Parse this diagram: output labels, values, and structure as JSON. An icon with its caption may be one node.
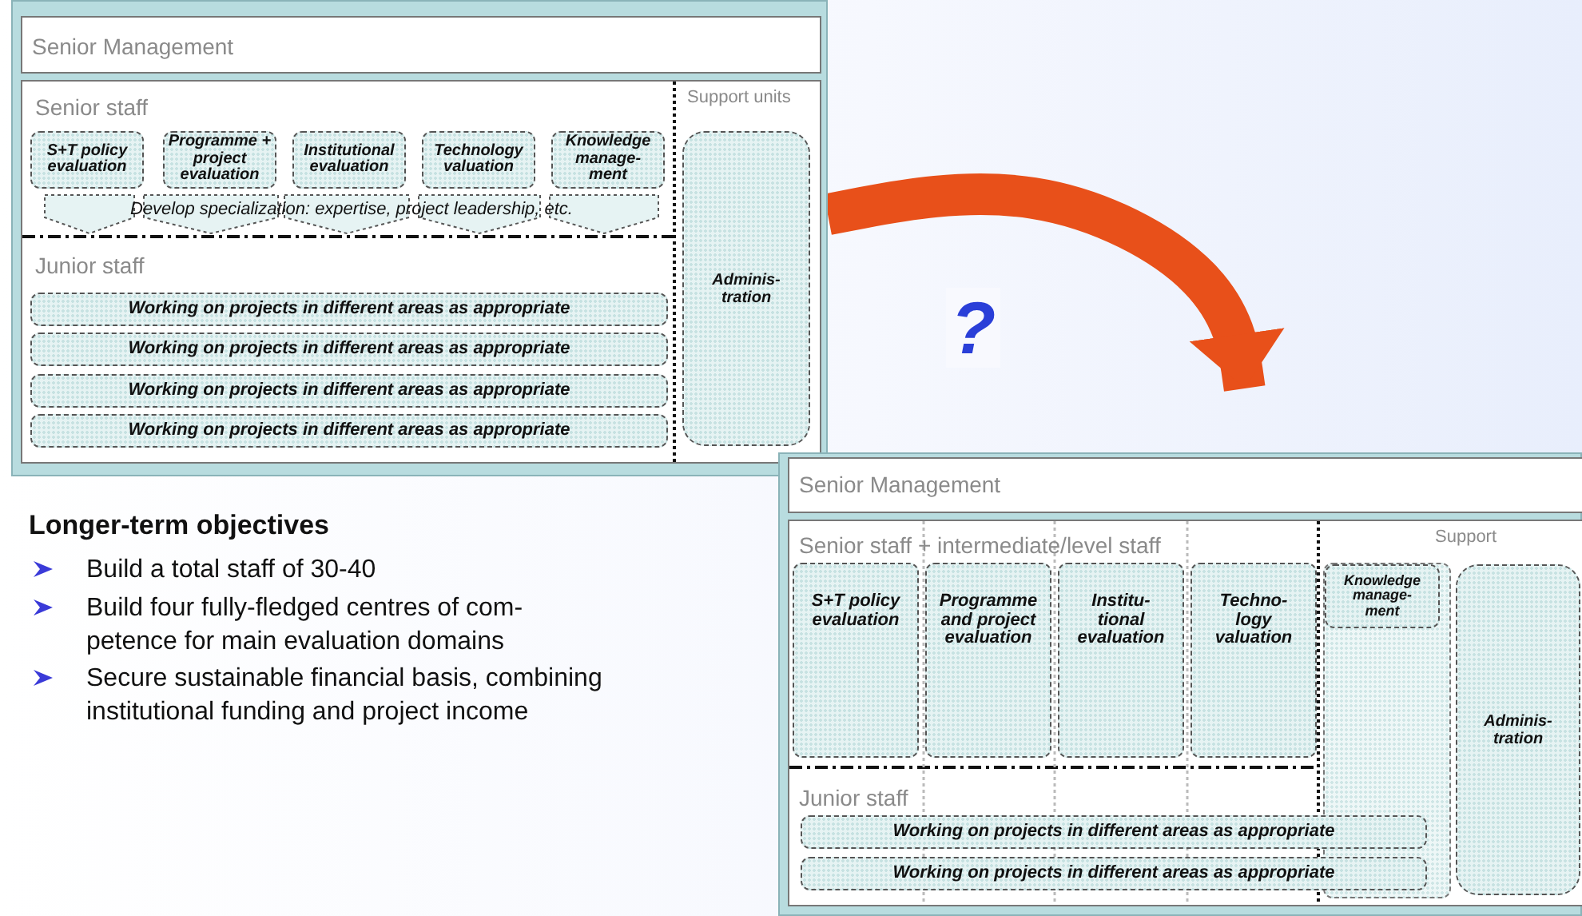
{
  "diagram": {
    "nodes": [
      {
        "text": [],
        "shape": "box"
      },
      {
        "text": [
          "Senior Management"
        ],
        "in": 0
      },
      {
        "text": [
          "Senior staff",
          "Support units",
          "Junior staff"
        ],
        "in": 0
      },
      {
        "text": [
          "S+T policy evaluation"
        ],
        "in": 2
      },
      {
        "text": [
          "Programme + project evaluation"
        ],
        "in": 2
      },
      {
        "text": [
          "Institutional evaluation"
        ],
        "in": 2
      },
      {
        "text": [
          "Technology valuation"
        ],
        "in": 2
      },
      {
        "text": [
          "Knowledge manage- ment"
        ],
        "in": 2
      },
      {
        "text": [
          "Develop specialization: expertise, project leadership, etc."
        ],
        "in": 2
      },
      {
        "text": [
          "Working on projects in different areas as appropriate"
        ],
        "in": 2
      },
      {
        "text": [
          "Working on projects in different areas as appropriate"
        ],
        "in": 2
      },
      {
        "text": [
          "Working on projects in different areas as appropriate"
        ],
        "in": 2
      },
      {
        "text": [
          "Working on projects in different areas as appropriate"
        ],
        "in": 2
      },
      {
        "text": [
          "Adminis- tration"
        ],
        "in": 2
      },
      {
        "text": [],
        "shape": "box"
      },
      {
        "text": [
          "Senior Management"
        ],
        "in": 14
      },
      {
        "text": [
          "Senior staff + intermediate/level staff",
          "Support",
          "Junior staff"
        ],
        "in": 14
      },
      {
        "text": [
          "S+T policy evaluation"
        ],
        "in": 16
      },
      {
        "text": [
          "Programme and project evaluation"
        ],
        "in": 16
      },
      {
        "text": [
          "Institu- tional evaluation"
        ],
        "in": 16
      },
      {
        "text": [
          "Techno- logy valuation"
        ],
        "in": 16
      },
      {
        "text": [
          "Knowledge manage- ment"
        ],
        "in": 16
      },
      {
        "text": [
          "Working on projects in different areas as appropriate"
        ],
        "in": 16
      },
      {
        "text": [
          "Working on projects in different areas as appropriate"
        ],
        "in": 16
      },
      {
        "text": [
          "Adminis- tration"
        ],
        "in": 16
      }
    ],
    "edges": [
      {
        "from": 0,
        "to": 14,
        "arrow": "to",
        "label": "?"
      }
    ],
    "labels": [
      "Longer-term objectives",
      "Build a total staff of 30-40",
      "Build four fully-fledged centres of com- petence for main evaluation domains",
      "Secure sustainable financial basis, combining institutional funding and project income"
    ]
  }
}
